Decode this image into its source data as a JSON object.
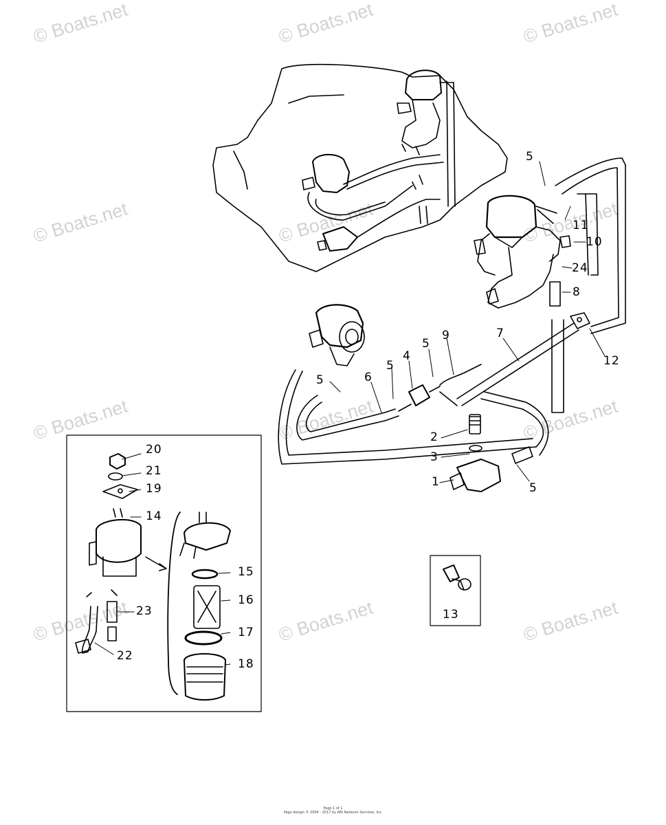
{
  "watermark": "© Boats.net",
  "callouts": {
    "c1": "1",
    "c2": "2",
    "c3": "3",
    "c4": "4",
    "c5a": "5",
    "c5b": "5",
    "c5c": "5",
    "c5d": "5",
    "c5e": "5",
    "c6": "6",
    "c7": "7",
    "c8": "8",
    "c9": "9",
    "c10": "10",
    "c11": "11",
    "c12": "12",
    "c13": "13",
    "c14": "14",
    "c15": "15",
    "c16": "16",
    "c17": "17",
    "c18": "18",
    "c19": "19",
    "c20": "20",
    "c21": "21",
    "c22": "22",
    "c23": "23",
    "c24": "24"
  },
  "footer": {
    "page": "Page 1 of 1",
    "copyright": "Page design © 2004 - 2017 by ARI Network Services, Inc."
  }
}
